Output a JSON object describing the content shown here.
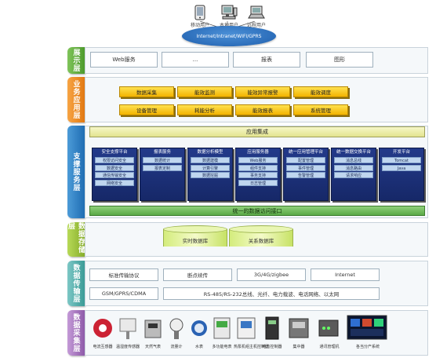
{
  "access": {
    "clients": [
      {
        "label": "移动用户",
        "icon": "mobile-phone-icon"
      },
      {
        "label": "本地用户",
        "icon": "desktop-computer-icon"
      },
      {
        "label": "远程用户",
        "icon": "laptop-icon"
      }
    ],
    "network": "Internet/Intranet/WIFI/GPRS"
  },
  "layers": {
    "display": "展示层",
    "business": "业务应用层",
    "support": "支撑服务层",
    "storage": "数据存储层",
    "transport": "数据传输层",
    "collection": "数据采集层"
  },
  "display_row": [
    "Web服务",
    "...",
    "报表",
    "图形"
  ],
  "business_apps": [
    [
      "数据采集",
      "能效监测",
      "能效异常报警",
      "能效调度"
    ],
    [
      "设备管理",
      "耗能分析",
      "能效报表",
      "系统管理"
    ]
  ],
  "app_integration": "应用集成",
  "platforms": [
    {
      "title": "安全支撑平台",
      "items": [
        "权限访问安全",
        "数据安全",
        "通信传输安全",
        "网络安全"
      ]
    },
    {
      "title": "报表服务",
      "items": [
        "数据统计",
        "报表定制"
      ]
    },
    {
      "title": "数据分析模型",
      "items": [
        "数据建模",
        "计算引擎",
        "数据挖掘"
      ]
    },
    {
      "title": "应用服务器",
      "items": [
        "Web服务",
        "组件支持",
        "事务支持",
        "日志管理"
      ]
    },
    {
      "title": "统一应用管理平台",
      "items": [
        "配置管理",
        "事件管理",
        "告警管理"
      ]
    },
    {
      "title": "统一数据交换平台",
      "items": [
        "消息总线",
        "消息路由",
        "请求响应"
      ]
    },
    {
      "title": "开发平台",
      "items": [
        "Tomcat",
        "Java"
      ]
    }
  ],
  "data_access": "统一的数据访问接口",
  "storage": {
    "realtime_db": "实时数据库",
    "relational_db": "关系数据库"
  },
  "transport": {
    "row1": [
      "标准传输协议",
      "断点续传",
      "3G/4G/zigbee",
      "Internet"
    ],
    "row2": [
      "GSM/GPRS/CDMA",
      "RS-485/RS-232总线、光纤、电力载波、电话网络、以太网"
    ]
  },
  "devices": [
    {
      "label": "电流互感器",
      "icon": "current-transformer-icon"
    },
    {
      "label": "温湿度传感器",
      "icon": "temperature-humidity-sensor-icon"
    },
    {
      "label": "天然气表",
      "icon": "gas-meter-icon"
    },
    {
      "label": "流量计",
      "icon": "flow-meter-icon"
    },
    {
      "label": "水表",
      "icon": "water-meter-icon"
    },
    {
      "label": "多功能电表",
      "icon": "multifunction-meter-icon"
    },
    {
      "label": "热泵机组主机控制器",
      "icon": "heat-pump-controller-icon"
    },
    {
      "label": "电力控制器",
      "icon": "power-controller-icon"
    },
    {
      "label": "集中器",
      "icon": "concentrator-icon"
    },
    {
      "label": "通讯管理机",
      "icon": "communication-manager-icon"
    },
    {
      "label": "各当分产系统",
      "icon": "monitoring-system-icon"
    }
  ],
  "colors": {
    "display_tab": "#5fae3a",
    "business_tab": "#ee8a1c",
    "support_tab": "#2d7cc1",
    "storage_tab": "#9fc23c",
    "transport_tab": "#4fb0ad",
    "collection_tab": "#a976bf",
    "yellow_button": "#f7c416",
    "platform_blue": "#1d3178",
    "data_bar_green": "#6cbb57"
  }
}
